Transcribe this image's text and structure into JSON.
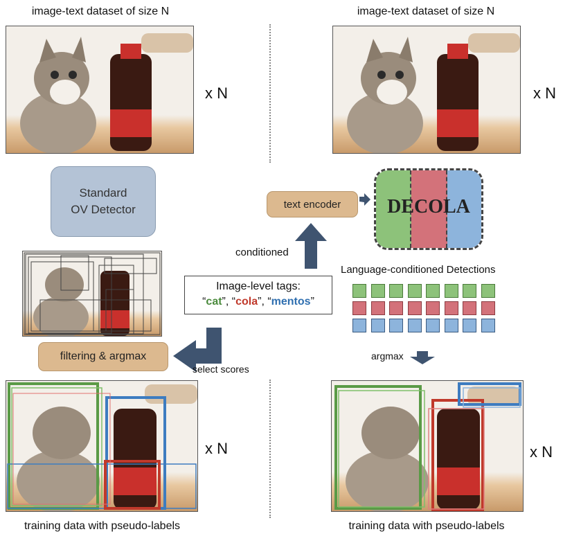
{
  "left": {
    "title_top": "image-text dataset of size N",
    "xn_top": "x N",
    "detector_label": "Standard\nOV Detector",
    "filter_label": "filtering & argmax",
    "select_scores": "select scores",
    "xn_bottom": "x N",
    "title_bottom": "training data with pseudo-labels"
  },
  "right": {
    "title_top": "image-text dataset of size N",
    "xn_top": "x N",
    "text_encoder": "text encoder",
    "decola": "DECOLA",
    "conditioned": "conditioned",
    "lang_detections": "Language-conditioned Detections",
    "argmax": "argmax",
    "xn_bottom": "x N",
    "title_bottom": "training data with pseudo-labels"
  },
  "tags": {
    "heading": "Image-level tags:",
    "items": [
      "cat",
      "cola",
      "mentos"
    ],
    "colors": [
      "#4a8a3c",
      "#c0392b",
      "#2f6fb0"
    ]
  },
  "colors": {
    "green": "#5a9a46",
    "red": "#c0392b",
    "blue": "#3d7cc0",
    "arrow": "#3f5470",
    "decola_green": "#8dc27a",
    "decola_red": "#d3727a",
    "decola_blue": "#8db4dc",
    "detector_fill": "#b4c3d6"
  }
}
